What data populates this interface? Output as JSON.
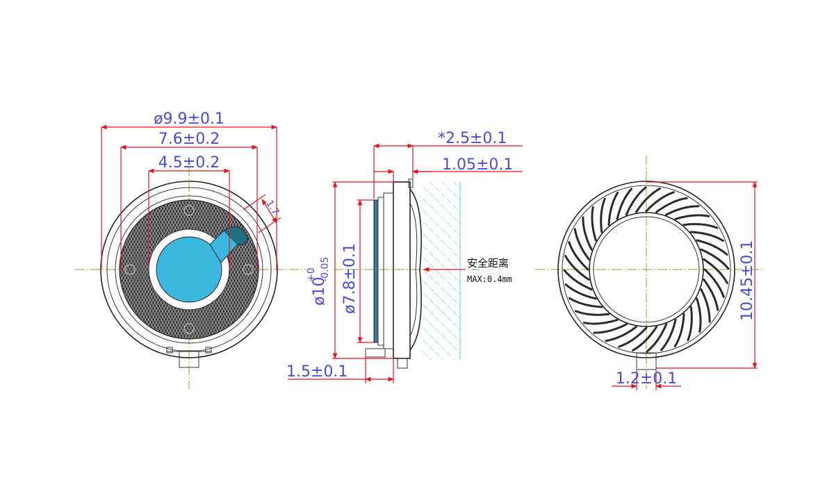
{
  "front_view": {
    "outer_diameter": "ø9.9±0.1",
    "width": "7.6±0.2",
    "inner_diameter": "4.5±0.2",
    "tab_width": "1.7"
  },
  "side_view": {
    "total_depth": "*2.5±0.1",
    "frame_depth": "1.05±0.1",
    "height_prefix": "ø10",
    "height_tol_upper": "+0",
    "height_tol_lower": "-0.05",
    "inner_height": "ø7.8±0.1",
    "terminal_offset": "1.5±0.1",
    "safety_label": "安全距离",
    "safety_max": "MAX:0.4mm"
  },
  "back_view": {
    "overall_height": "10.45±0.1",
    "terminal_width": "1.2±0.1"
  },
  "colors": {
    "dimension_line": "#e8141e",
    "dimension_text": "#4a4adc",
    "center_line": "#8aa328",
    "diaphragm": "#3cb7e0",
    "hatch": "#5cc8e8"
  }
}
